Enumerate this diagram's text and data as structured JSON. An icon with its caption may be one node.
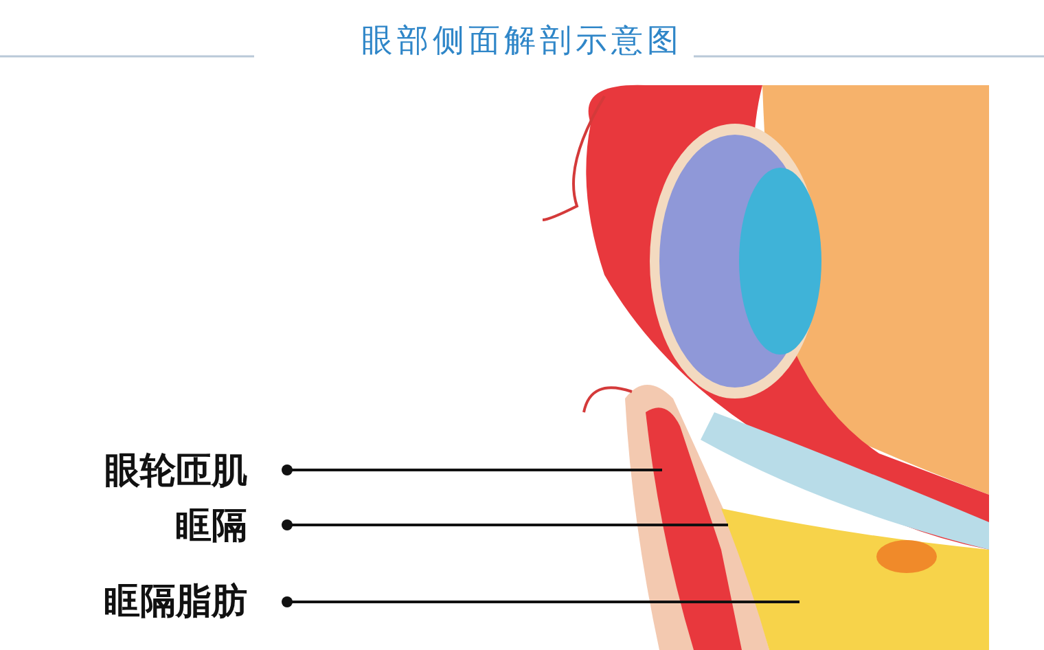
{
  "diagram": {
    "title": "眼部侧面解剖示意图",
    "nodes": [
      {
        "text": [
          "眼轮匝肌"
        ]
      },
      {
        "text": [
          "眶隔"
        ]
      },
      {
        "text": [
          "眶隔脂肪"
        ]
      }
    ],
    "edges": [
      {
        "from": 0,
        "to": null,
        "arrow": "other"
      },
      {
        "from": 1,
        "to": null,
        "arrow": "other"
      },
      {
        "from": 2,
        "to": null,
        "arrow": "other"
      }
    ]
  }
}
